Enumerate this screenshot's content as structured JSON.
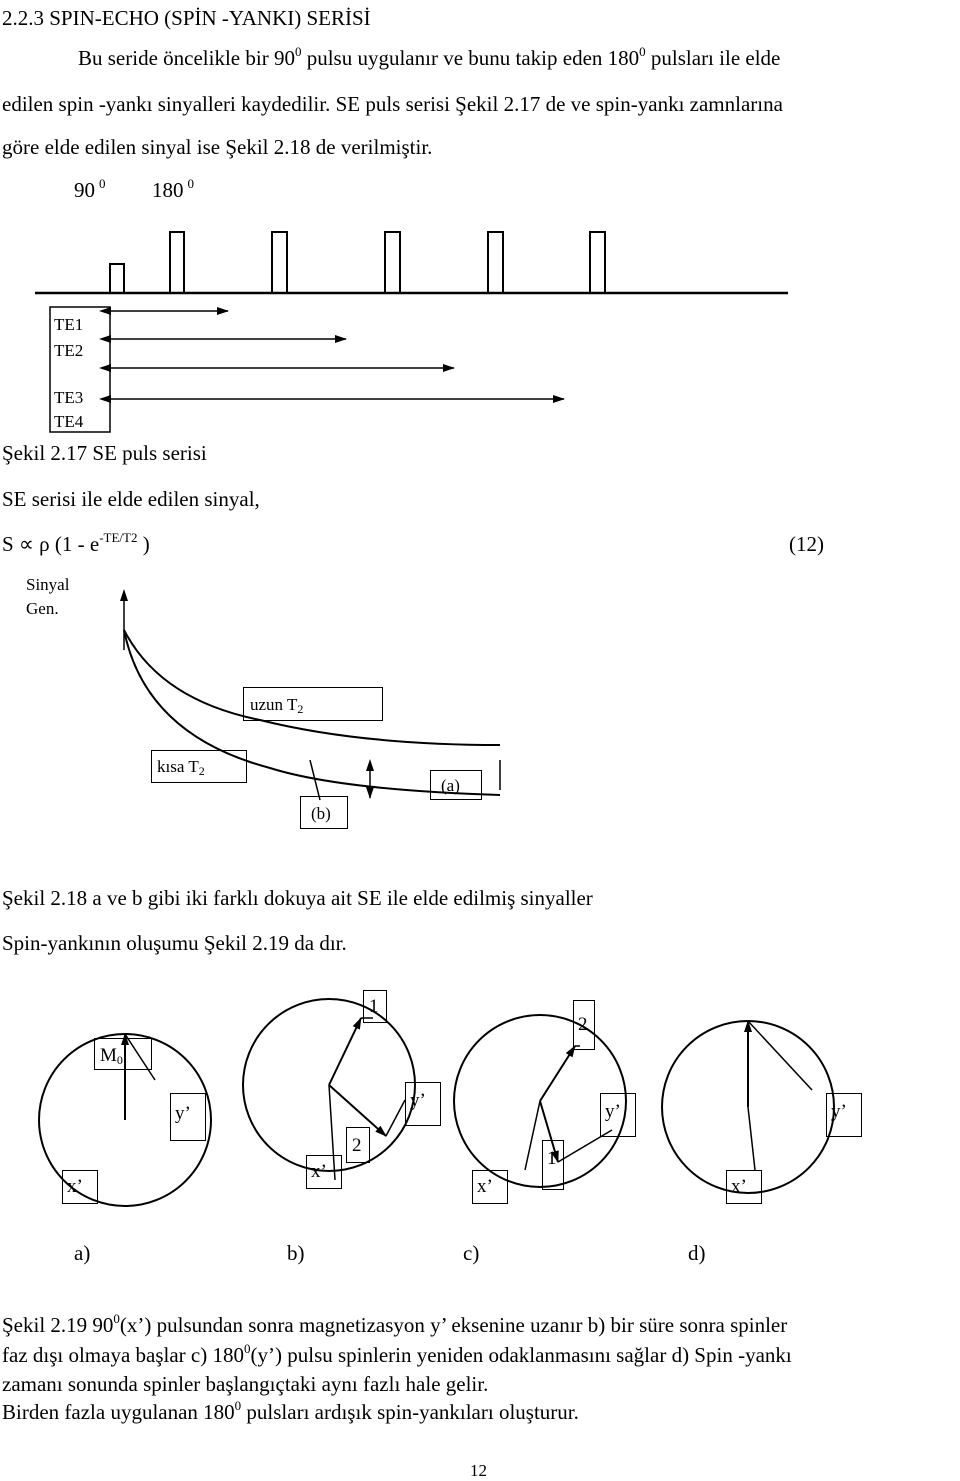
{
  "section": {
    "title": "2.2.3 SPIN-ECHO (SPİN -YANKI) SERİSİ"
  },
  "intro": {
    "line1_a": "Bu seride öncelikle bir 90",
    "sup1": "0",
    "line1_b": " pulsu uygulanır ve bunu takip eden 180",
    "sup2": "0",
    "line1_c": " pulsları ile elde",
    "line2": "edilen spin -yankı sinyalleri kaydedilir. SE puls serisi Şekil 2.17 de ve spin-yankı zamnlarına",
    "line3": "göre elde edilen sinyal ise Şekil 2.18 de verilmiştir."
  },
  "fig17": {
    "pulse90": "90",
    "pulse90_sup": "0",
    "pulse180": "180",
    "pulse180_sup": "0",
    "te1": "TE1",
    "te2": "TE2",
    "te3": "TE3",
    "te4": "TE4",
    "caption": "Şekil 2.17  SE puls serisi"
  },
  "equation": {
    "lead": "SE serisi ile elde edilen sinyal,",
    "prefix": "S ∝ ρ (1 - e",
    "exp": "-TE/T2",
    "suffix": " )",
    "number": "(12)"
  },
  "fig18": {
    "ylabel1": "Sinyal",
    "ylabel2": "Gen.",
    "long_label": "uzun T",
    "long_sub": "2",
    "short_label": "kısa T",
    "short_sub": "2",
    "label_a": "(a)",
    "label_b": "(b)",
    "caption": "Şekil 2.18 a ve b gibi iki farklı dokuya ait SE ile elde edilmiş sinyaller"
  },
  "fig19": {
    "lead": "Spin-yankının oluşumu Şekil 2.19 da dır.",
    "m0": "M",
    "m0_sub": "0",
    "x_axis": "x’",
    "y_axis": "y’",
    "num1": "1",
    "num2": "2",
    "panel_a": "a)",
    "panel_b": "b)",
    "panel_c": "c)",
    "panel_d": "d)",
    "cap_l1_a": "Şekil 2.19  90",
    "cap_l1_sup": "0",
    "cap_l1_b": "(x’) pulsundan sonra magnetizasyon y’ eksenine uzanır b) bir süre sonra spinler",
    "cap_l2_a": "faz dışı olmaya başlar c) 180",
    "cap_l2_sup": "0",
    "cap_l2_b": "(y’) pulsu spinlerin yeniden odaklanmasını sağlar d) Spin -yankı",
    "cap_l3": "zamanı sonunda spinler başlangıçtaki aynı fazlı hale gelir."
  },
  "closing": {
    "text_a": "Birden fazla uygulanan 180",
    "sup": "0",
    "text_b": " pulsları ardışık spin-yankıları oluşturur."
  },
  "page_number": "12"
}
